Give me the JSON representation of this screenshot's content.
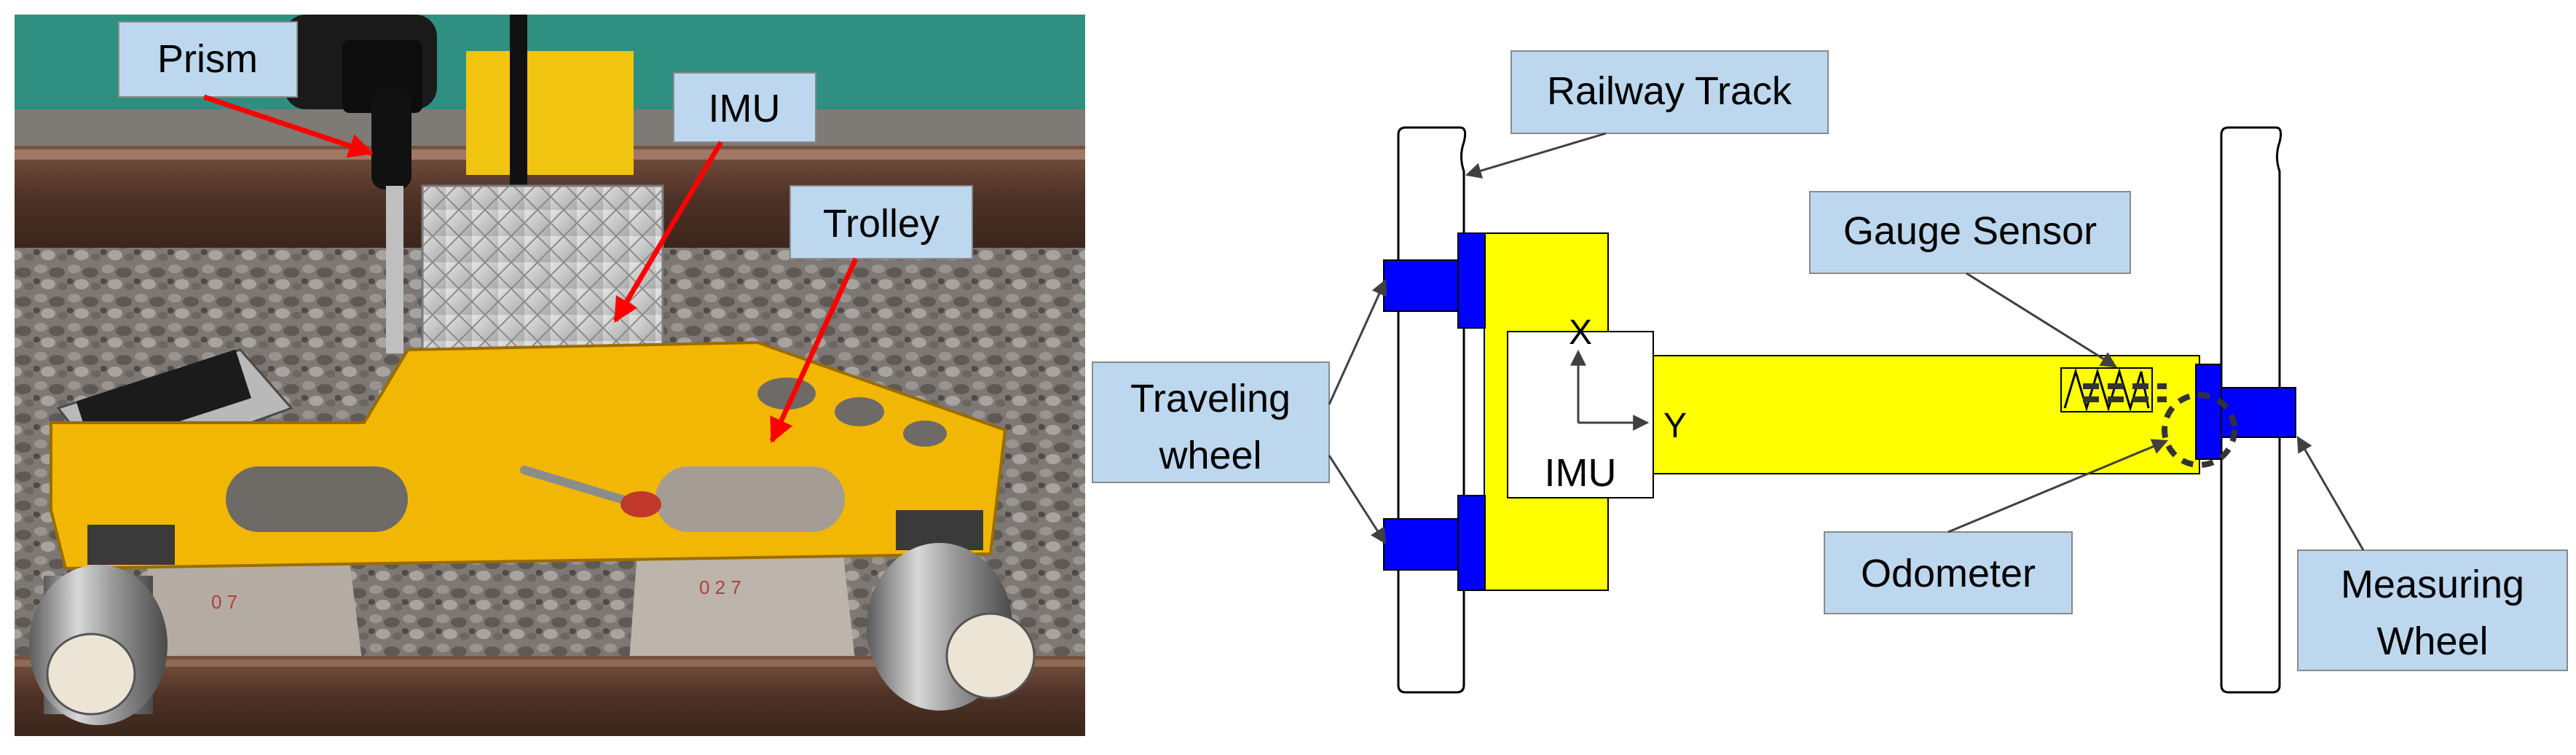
{
  "photo": {
    "callouts": {
      "prism": "Prism",
      "imu": "IMU",
      "trolley": "Trolley"
    },
    "sleeper_marks": [
      "0 7",
      "0 2 7"
    ]
  },
  "schematic": {
    "labels": {
      "railway_track": "Railway Track",
      "gauge_sensor": "Gauge Sensor",
      "traveling_wheel_line1": "Traveling",
      "traveling_wheel_line2": "wheel",
      "odometer": "Odometer",
      "measuring_wheel_line1": "Measuring",
      "measuring_wheel_line2": "Wheel",
      "imu": "IMU",
      "axis_x": "X",
      "axis_y": "Y"
    },
    "colors": {
      "callout_fill": "#bdd7ee",
      "frame_yellow": "#ffff00",
      "wheel_blue": "#0000ff",
      "pointer_red": "#ff0000"
    }
  }
}
